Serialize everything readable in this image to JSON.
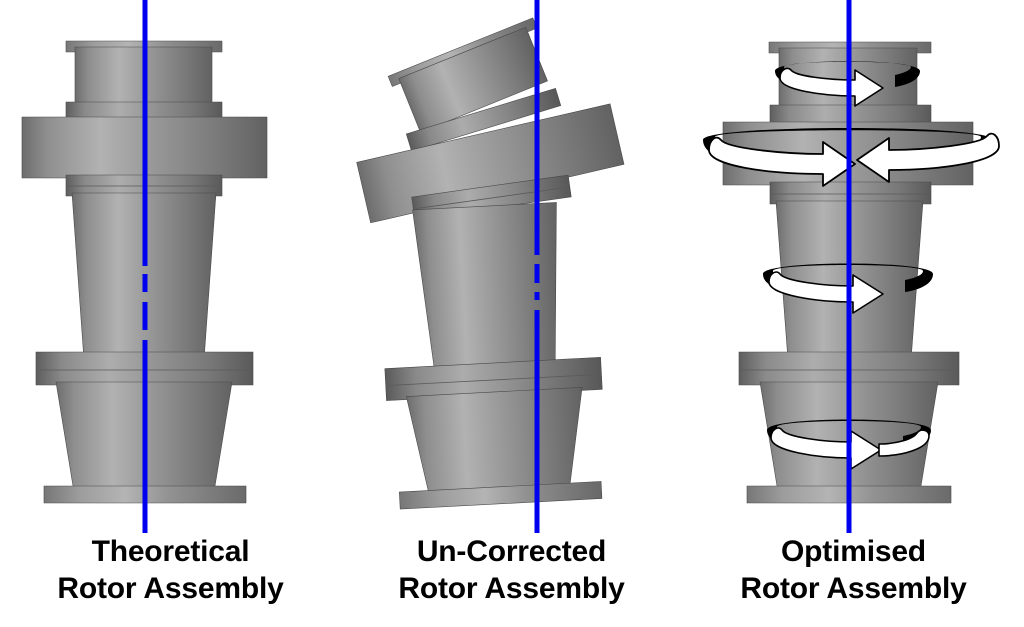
{
  "figure": {
    "type": "technical-diagram",
    "subject": "rotor-assembly-alignment-comparison",
    "background_color": "#ffffff",
    "axis_color": "#0000ee",
    "metal_light": "#b0b0b0",
    "metal_mid": "#8a8a8a",
    "metal_dark": "#5e5e5e",
    "arrow_fill": "#ffffff",
    "arrow_stroke": "#000000"
  },
  "panels": [
    {
      "id": "theoretical",
      "caption_line1": "Theoretical",
      "caption_line2": "Rotor Assembly",
      "axis_label": "rotor-axis",
      "axis_dashed_segment": true,
      "tilt_degrees": 0,
      "arrows": []
    },
    {
      "id": "un-corrected",
      "caption_line1": "Un-Corrected",
      "caption_line2": "Rotor Assembly",
      "axis_label": "rotor-axis",
      "axis_dashed_segment": true,
      "tilt_degrees": 20,
      "arrows": []
    },
    {
      "id": "optimised",
      "caption_line1": "Optimised",
      "caption_line2": "Rotor Assembly",
      "axis_label": "rotor-axis",
      "axis_dashed_segment": false,
      "tilt_degrees": 0,
      "arrows": [
        {
          "name": "rotation-arrow-top",
          "direction": "left"
        },
        {
          "name": "rotation-arrow-disc",
          "direction": "left"
        },
        {
          "name": "rotation-arrow-upper-cone",
          "direction": "left"
        },
        {
          "name": "rotation-arrow-lower-cone",
          "direction": "right"
        }
      ]
    }
  ]
}
